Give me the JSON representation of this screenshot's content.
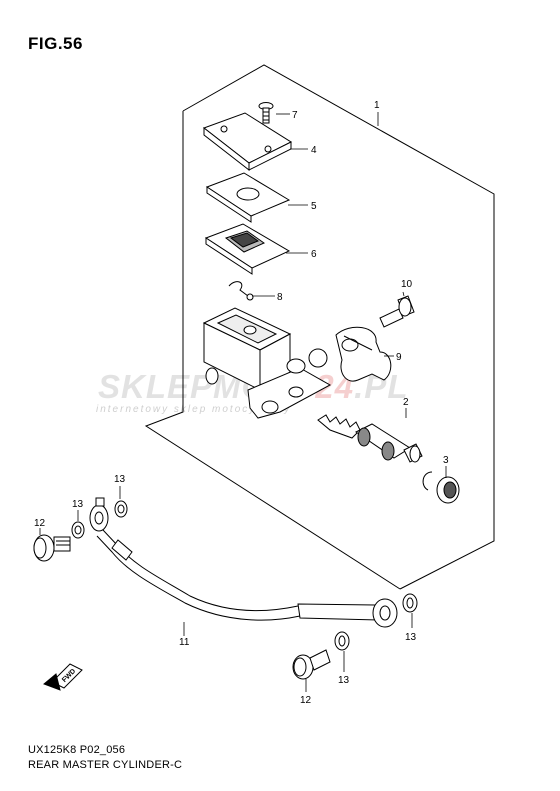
{
  "figure": {
    "title": "FIG.56"
  },
  "footer": {
    "model_code": "UX125K8 P02_056",
    "description": "REAR MASTER CYLINDER-C"
  },
  "watermark": {
    "brand_a": "SKLEPMOTO",
    "brand_b": "24",
    "brand_c": ".PL",
    "tagline": "internetowy sklep motocyklowy"
  },
  "callouts": {
    "c1": "1",
    "c2": "2",
    "c3": "3",
    "c4": "4",
    "c5": "5",
    "c6": "6",
    "c7": "7",
    "c8": "8",
    "c9": "9",
    "c10": "10",
    "c11": "11",
    "c12a": "12",
    "c12b": "12",
    "c13a": "13",
    "c13b": "13",
    "c13c": "13",
    "c13d": "13"
  },
  "direction_marker": {
    "label": "FWD"
  }
}
